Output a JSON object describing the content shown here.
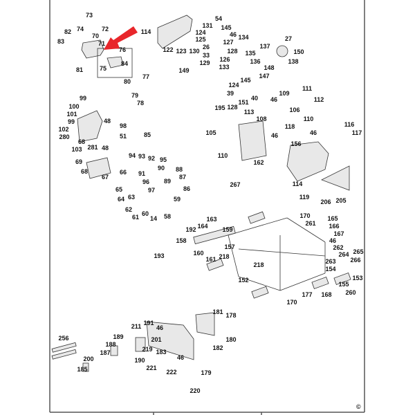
{
  "diagram": {
    "copyright_mark": "©",
    "accent_color": "#e8262b",
    "part_labels": [
      "73",
      "74",
      "72",
      "82",
      "70",
      "83",
      "71",
      "76",
      "84",
      "75",
      "81",
      "80",
      "77",
      "79",
      "78",
      "114",
      "122",
      "123",
      "130",
      "54",
      "131",
      "145",
      "46",
      "124",
      "125",
      "127",
      "26",
      "33",
      "128",
      "126",
      "129",
      "133",
      "149",
      "134",
      "135",
      "137",
      "27",
      "150",
      "136",
      "148",
      "138",
      "147",
      "124",
      "145",
      "39",
      "195",
      "128",
      "151",
      "40",
      "109",
      "111",
      "112",
      "46",
      "106",
      "110",
      "113",
      "108",
      "118",
      "46",
      "156",
      "46",
      "116",
      "117",
      "105",
      "110",
      "162",
      "267",
      "114",
      "119",
      "206",
      "205",
      "99",
      "100",
      "101",
      "99",
      "102",
      "280",
      "68",
      "103",
      "48",
      "48",
      "98",
      "51",
      "281",
      "69",
      "68",
      "67",
      "66",
      "65",
      "64",
      "63",
      "62",
      "61",
      "60",
      "14",
      "85",
      "94",
      "93",
      "92",
      "95",
      "90",
      "88",
      "87",
      "91",
      "96",
      "89",
      "97",
      "86",
      "59",
      "58",
      "192",
      "164",
      "163",
      "159",
      "158",
      "157",
      "160",
      "161",
      "218",
      "218",
      "152",
      "193",
      "170",
      "261",
      "165",
      "166",
      "167",
      "46",
      "262",
      "264",
      "265",
      "263",
      "266",
      "154",
      "153",
      "155",
      "260",
      "170",
      "177",
      "168",
      "181",
      "178",
      "180",
      "182",
      "191",
      "211",
      "46",
      "201",
      "219",
      "183",
      "46",
      "190",
      "221",
      "222",
      "179",
      "220",
      "256",
      "189",
      "188",
      "187",
      "200",
      "185"
    ]
  }
}
